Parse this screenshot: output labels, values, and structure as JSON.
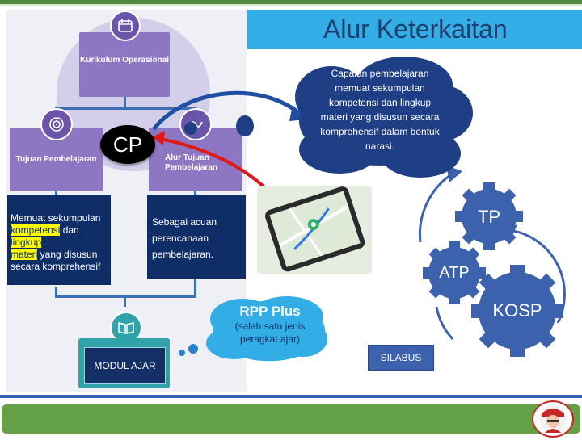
{
  "title": "Alur Keterkaitan",
  "nodes": {
    "kurikulum": "Kurikulum Operasional",
    "tujuan": "Tujuan Pembelajaran",
    "alur": "Alur Tujuan Pembelajaran",
    "modul": "MODUL AJAR",
    "cp": "CP"
  },
  "desc_tp": {
    "line1": "Memuat sekumpulan",
    "hl1": "kompetensi",
    "mid": " dan ",
    "hl2": "lingkup",
    "hl3": "materi",
    "line3": " yang disusun",
    "line4": "secara komprehensif"
  },
  "desc_atp": {
    "line1": "Sebagai acuan",
    "line2": "perencanaan",
    "line3": "pembelajaran."
  },
  "cloud_cp": {
    "line1": "Capalan pembelajaran",
    "line2": "memuat sekumpulan",
    "line3": "kompetensi dan lingkup",
    "line4": "materi yang disusun secara",
    "line5": "komprehensif dalam bentuk",
    "line6": "narasi."
  },
  "cloud_rpp": {
    "title": "RPP Plus",
    "line1": "(salah satu jenis",
    "line2": "peragkat ajar)"
  },
  "gears": {
    "tp": "TP",
    "atp": "ATP",
    "kosp": "KOSP"
  },
  "silabus": "SILABUS",
  "colors": {
    "dark_blue": "#0f2e67",
    "purple": "#8e77c2",
    "sky": "#33ade6",
    "gear": "#3d62ad",
    "footer_green": "#64a046",
    "arrow_red": "#e01818"
  }
}
